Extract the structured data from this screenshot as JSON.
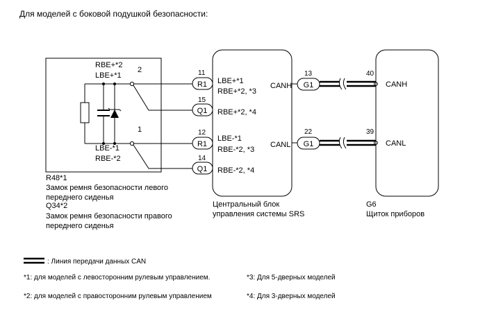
{
  "title": "Для моделей с боковой подушкой безопасности:",
  "belt_component": {
    "pin_top": "2",
    "pin_bottom": "1",
    "labels_top": [
      "RBE+*2",
      "LBE+*1"
    ],
    "labels_bottom": [
      "LBE-*1",
      "RBE-*2"
    ],
    "captions": [
      "R48*1",
      "Замок ремня безопасности левого",
      "переднего сиденья",
      "Q34*2",
      "Замок ремня безопасности правого",
      "переднего сиденья"
    ]
  },
  "srs_unit": {
    "connectors": [
      {
        "pin": "11",
        "conn": "R1",
        "label": "LBE+*1"
      },
      {
        "pin": "",
        "conn": "",
        "label": "RBE+*2, *3"
      },
      {
        "pin": "15",
        "conn": "Q1",
        "label": "RBE+*2, *4"
      },
      {
        "pin": "12",
        "conn": "R1",
        "label": "LBE-*1"
      },
      {
        "pin": "",
        "conn": "",
        "label": "RBE-*2, *3"
      },
      {
        "pin": "14",
        "conn": "Q1",
        "label": "RBE-*2, *4"
      }
    ],
    "canh_label": "CANH",
    "canl_label": "CANL",
    "captions": [
      "Центральный блок",
      "управления системы SRS"
    ]
  },
  "can_lines": [
    {
      "pin_left": "13",
      "conn": "G1",
      "pin_right": "40",
      "label": "CANH"
    },
    {
      "pin_left": "22",
      "conn": "G1",
      "pin_right": "39",
      "label": "CANL"
    }
  ],
  "meter": {
    "captions": [
      "G6",
      "Щиток приборов"
    ]
  },
  "legend": {
    "can_line": ": Линия передачи данных CAN"
  },
  "notes": [
    "*1: для моделей с левосторонним рулевым управлением.",
    "*3: Для 5-дверных моделей",
    "*2: для моделей с правосторонним рулевым управлением",
    "*4: Для 3-дверных моделей"
  ]
}
